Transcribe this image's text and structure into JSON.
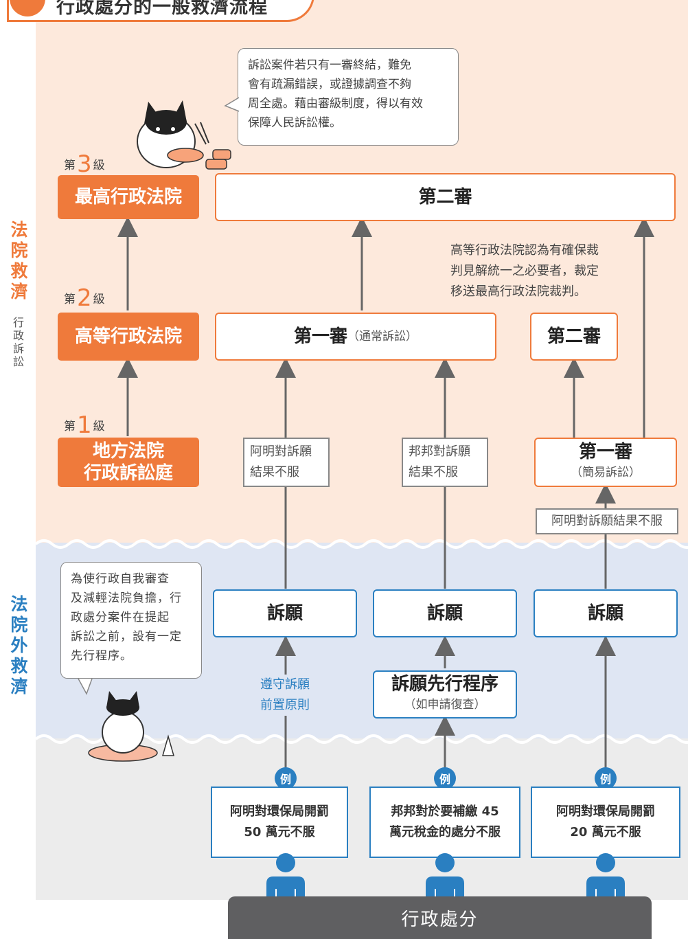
{
  "title": "行政處分的一般救濟流程",
  "side": {
    "court_title": "法院救濟",
    "court_sub": "行政訴訟",
    "outside_title": "法院外救濟"
  },
  "levels": [
    {
      "prefix": "第",
      "num": "3",
      "suffix": "級",
      "court": "最高行政法院"
    },
    {
      "prefix": "第",
      "num": "2",
      "suffix": "級",
      "court": "高等行政法院"
    },
    {
      "prefix": "第",
      "num": "1",
      "suffix": "級",
      "court_line1": "地方法院",
      "court_line2": "行政訴訟庭"
    }
  ],
  "bubble_top": {
    "line1": "訴訟案件若只有一審終結，難免",
    "line2": "會有疏漏錯誤，或證據調查不夠",
    "line3": "周全處。藉由審級制度，得以有效",
    "line4": "保障人民訴訟權。"
  },
  "bubble_left": {
    "line1": "為使行政自我審查",
    "line2": "及減輕法院負擔，行",
    "line3": "政處分案件在提起",
    "line4": "訴訟之前，設有一定",
    "line5": "先行程序。"
  },
  "boxes": {
    "second_top": "第二審",
    "first_normal": "第一審",
    "first_normal_sub": "（通常訴訟）",
    "second_right": "第二審",
    "first_simple": "第一審",
    "first_simple_sub": "（簡易訴訟）",
    "appeal1": "訴願",
    "appeal2": "訴願",
    "appeal3": "訴願",
    "pre_procedure": "訴願先行程序",
    "pre_procedure_sub": "（如申請復查）"
  },
  "notes": {
    "transfer": {
      "line1": "高等行政法院認為有確保裁",
      "line2": "判見解統一之必要者，裁定",
      "line3": "移送最高行政法院裁判。"
    },
    "refuse1": {
      "line1": "阿明對訴願",
      "line2": "結果不服"
    },
    "refuse2": {
      "line1": "邦邦對訴願",
      "line2": "結果不服"
    },
    "refuse3": "阿明對訴願結果不服",
    "principle": {
      "line1": "遵守訴願",
      "line2": "前置原則"
    }
  },
  "examples": {
    "badge": "例",
    "ex1": {
      "line1": "阿明對環保局開罰",
      "line2": "50 萬元不服"
    },
    "ex2": {
      "line1": "邦邦對於要補繳 45",
      "line2": "萬元稅金的處分不服"
    },
    "ex3": {
      "line1": "阿明對環保局開罰",
      "line2": "20 萬元不服"
    }
  },
  "bottom": "行政處分",
  "colors": {
    "orange": "#ef7a3b",
    "blue": "#2a7fc1",
    "gray": "#5f5f61"
  }
}
